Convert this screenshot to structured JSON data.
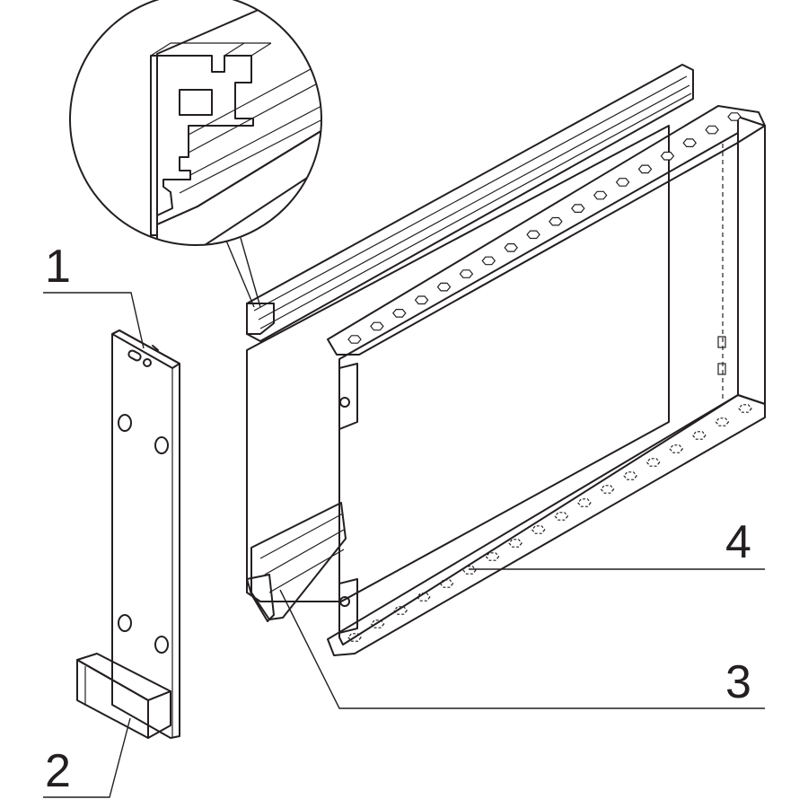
{
  "callouts": [
    {
      "id": "1",
      "label": "1"
    },
    {
      "id": "2",
      "label": "2"
    },
    {
      "id": "3",
      "label": "3"
    },
    {
      "id": "4",
      "label": "4"
    }
  ],
  "colors": {
    "line": "#231f20",
    "panel_fill": "#d9d9d9",
    "panel_light": "#e6e6e6",
    "panel_dark": "#bdbdbd",
    "background": "#ffffff"
  }
}
